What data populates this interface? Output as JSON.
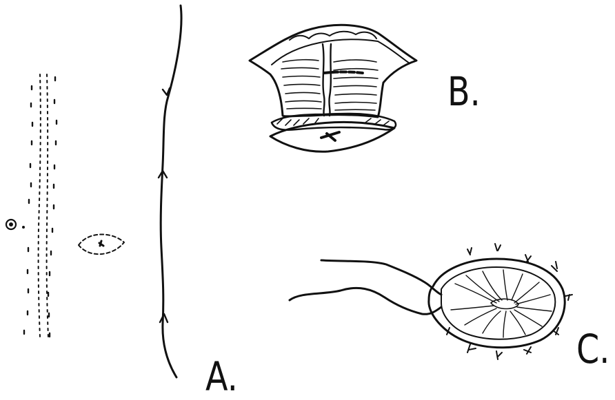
{
  "figure": {
    "labels": {
      "a": "A.",
      "b": "B.",
      "c": "C."
    },
    "colors": {
      "ink": "#111111",
      "background": "#ffffff"
    }
  }
}
